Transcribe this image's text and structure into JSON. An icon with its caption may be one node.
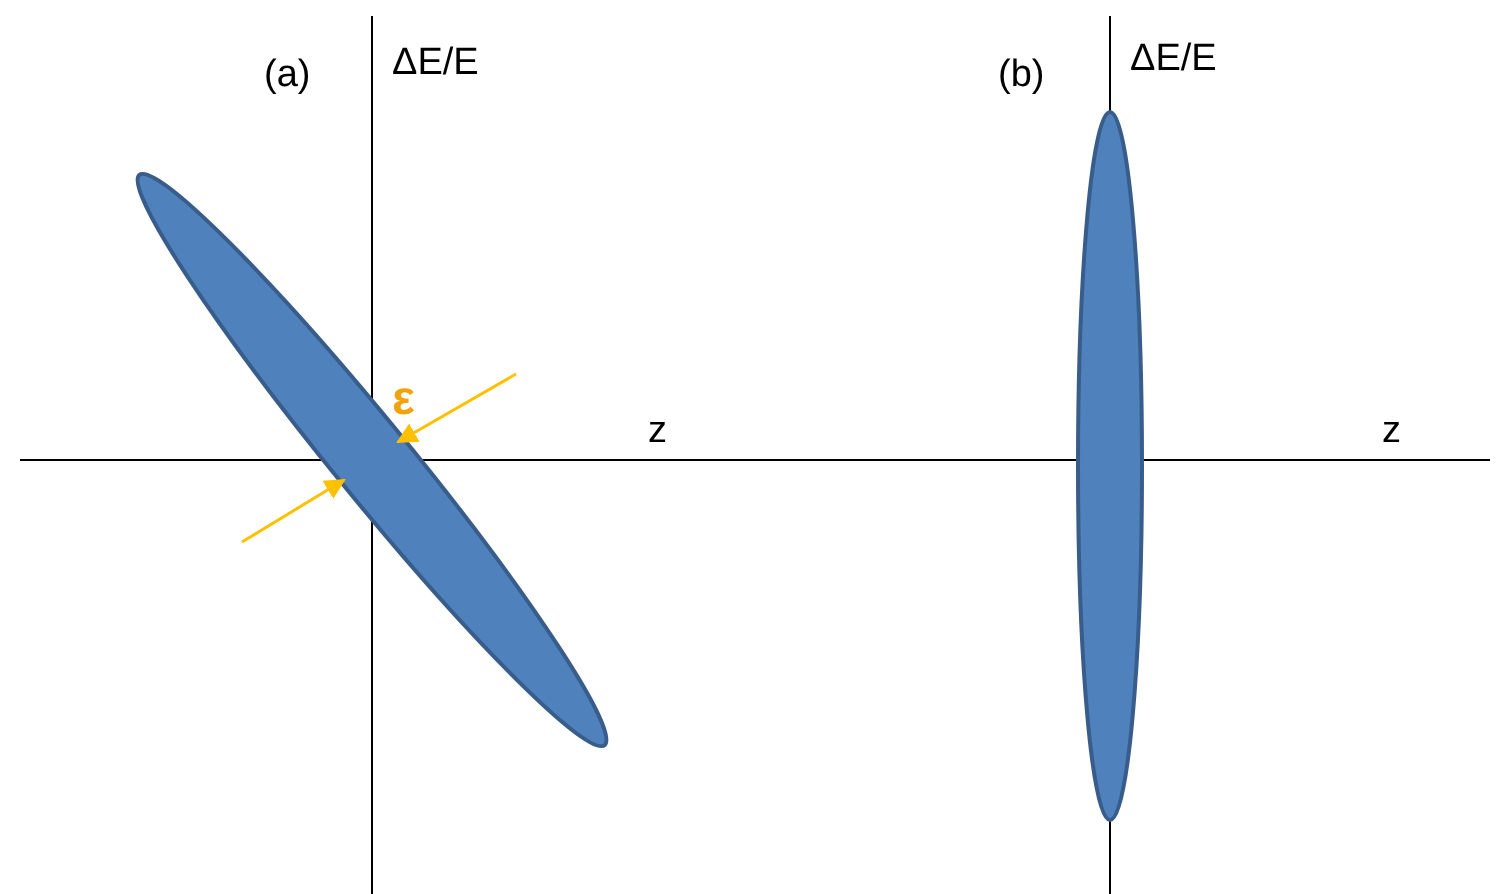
{
  "diagram": {
    "labels": [
      "(a)",
      "ΔE/E",
      "ε",
      "z",
      "(b)",
      "ΔE/E",
      "z"
    ]
  }
}
